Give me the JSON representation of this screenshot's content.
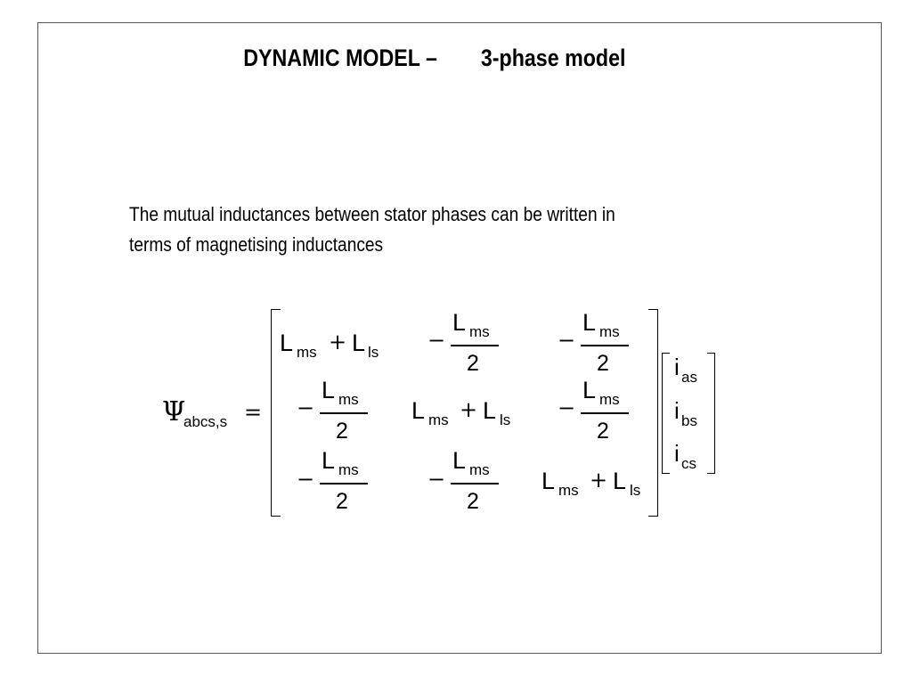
{
  "title": {
    "main": "DYNAMIC MODEL –",
    "sub": "3-phase model"
  },
  "body": {
    "line1": "The mutual inductances between stator phases can be written in",
    "line2": "terms of magnetising inductances"
  },
  "equation": {
    "lhs_symbol": "Ψ",
    "lhs_subscript": "abcs,s",
    "equals": "=",
    "diag": {
      "L1": "L",
      "sub1": "ms",
      "plus": "+",
      "L2": "L",
      "sub2": "ls"
    },
    "offdiag": {
      "minus": "−",
      "L": "L",
      "sub": "ms",
      "den": "2"
    },
    "current": {
      "i": "i",
      "subs": [
        "as",
        "bs",
        "cs"
      ]
    }
  }
}
